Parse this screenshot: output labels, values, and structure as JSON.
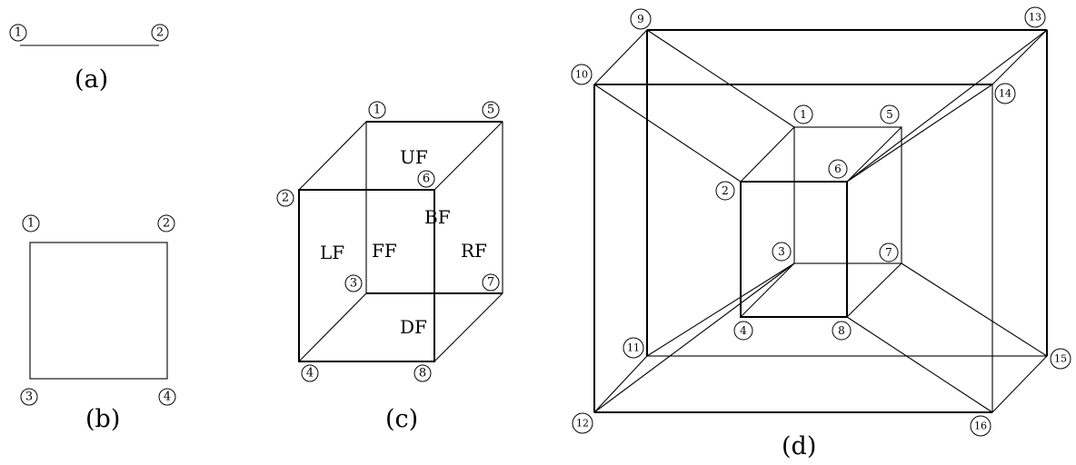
{
  "panel_a": {
    "caption": "(a)",
    "vertices": [
      "1",
      "2"
    ]
  },
  "panel_b": {
    "caption": "(b)",
    "vertices": [
      "1",
      "2",
      "3",
      "4"
    ]
  },
  "panel_c": {
    "caption": "(c)",
    "vertices": [
      "1",
      "2",
      "3",
      "4",
      "5",
      "6",
      "7",
      "8"
    ],
    "face_labels": [
      "UF",
      "BF",
      "LF",
      "FF",
      "RF",
      "DF"
    ]
  },
  "panel_d": {
    "caption": "(d)",
    "vertices": [
      "1",
      "2",
      "3",
      "4",
      "5",
      "6",
      "7",
      "8",
      "9",
      "10",
      "11",
      "12",
      "13",
      "14",
      "15",
      "16"
    ]
  }
}
